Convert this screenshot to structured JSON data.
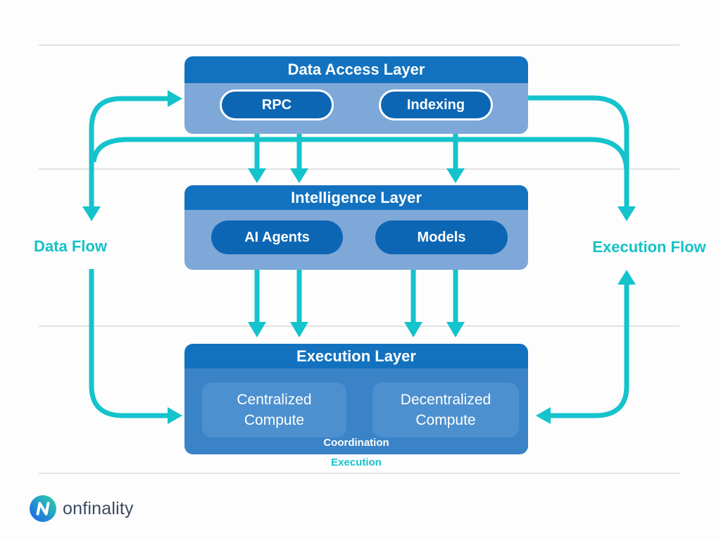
{
  "diagram": {
    "layers": [
      {
        "title": "Data Access Layer",
        "pills": [
          "RPC",
          "Indexing"
        ]
      },
      {
        "title": "Intelligence Layer",
        "pills": [
          "AI Agents",
          "Models"
        ]
      },
      {
        "title": "Execution Layer",
        "boxes": [
          "Centralized Compute",
          "Decentralized Compute"
        ],
        "coordination_label": "Coordination"
      }
    ],
    "flow_labels": {
      "left": "Data Flow",
      "right": "Execution Flow",
      "bottom": "Execution"
    },
    "colors": {
      "header_blue": "#1272bf",
      "body_light_blue": "#7ea8d8",
      "pill_blue": "#0d66b4",
      "execution_body_blue": "#3a83c7",
      "compute_box_blue": "#4d90cf",
      "accent_cyan": "#14c3cc",
      "logo_gradient_from": "#2ed5a4",
      "logo_gradient_to": "#1b5ff0"
    }
  },
  "branding": {
    "logo_text": "onfinality"
  }
}
